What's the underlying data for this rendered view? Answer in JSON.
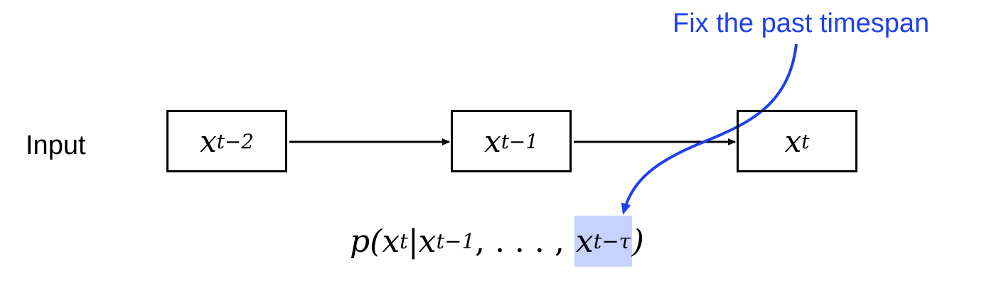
{
  "row_label": "Input",
  "annotation": "Fix the past timespan",
  "nodes": [
    {
      "var": "x",
      "sub": "t−2"
    },
    {
      "var": "x",
      "sub": "t−1"
    },
    {
      "var": "x",
      "sub": "t"
    }
  ],
  "formula": {
    "fn": "p(",
    "target_var": "x",
    "target_sub": "t",
    "bar": "|",
    "given_var": "x",
    "given_sub": "t−1",
    "sep": ", . . . , ",
    "highlight_var": "x",
    "highlight_sub": "t−τ",
    "close": ")"
  },
  "colors": {
    "annotation": "#1f3ff0",
    "highlight": "#c8d2ff",
    "arrow": "#000000"
  }
}
